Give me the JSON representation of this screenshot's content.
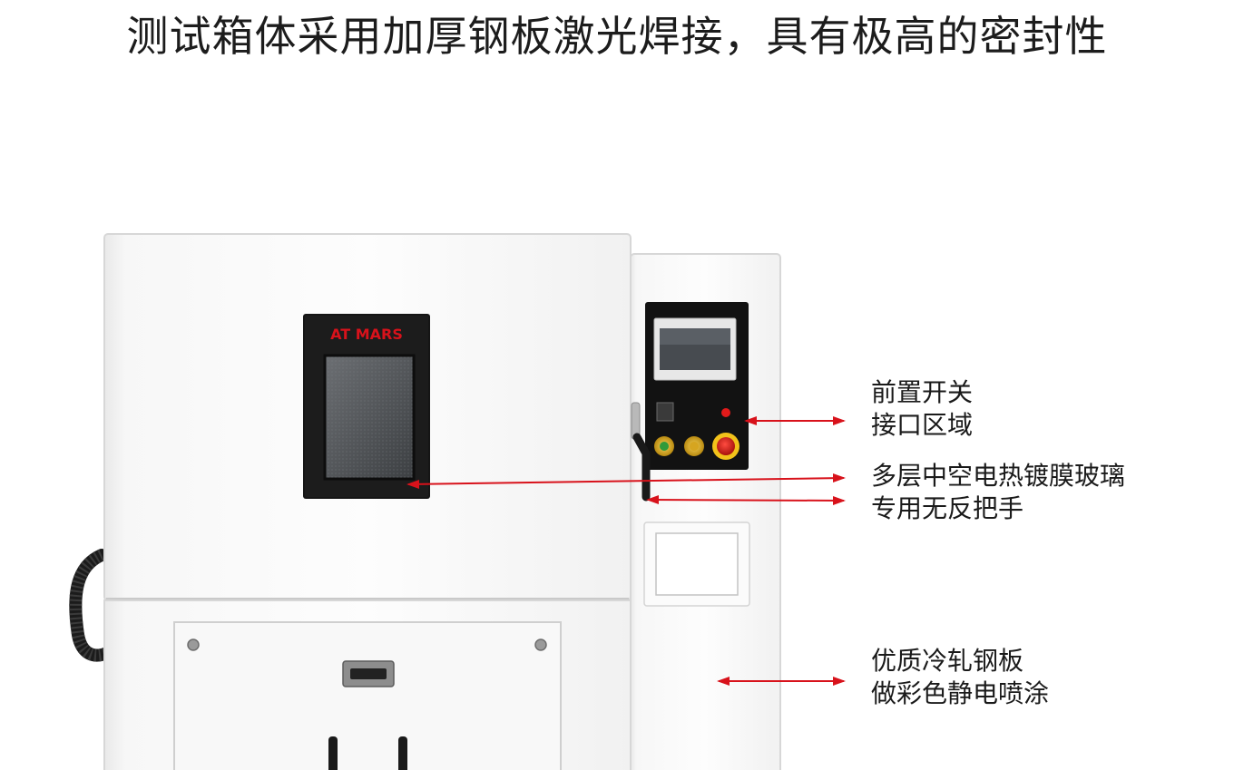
{
  "headline": "测试箱体采用加厚钢板激光焊接，具有极高的密封性",
  "brand": "AT MARS",
  "accent_color": "#d8121b",
  "callouts": {
    "switch": [
      "前置开关",
      "接口区域"
    ],
    "glass": [
      "多层中空电热镀膜玻璃"
    ],
    "handle": [
      "专用无反把手"
    ],
    "steel": [
      "优质冷轧钢板",
      "做彩色静电喷涂"
    ]
  },
  "icons": [
    "touchscreen-icon",
    "power-indicator-icon",
    "start-button-icon",
    "stop-button-icon",
    "emergency-stop-icon"
  ]
}
